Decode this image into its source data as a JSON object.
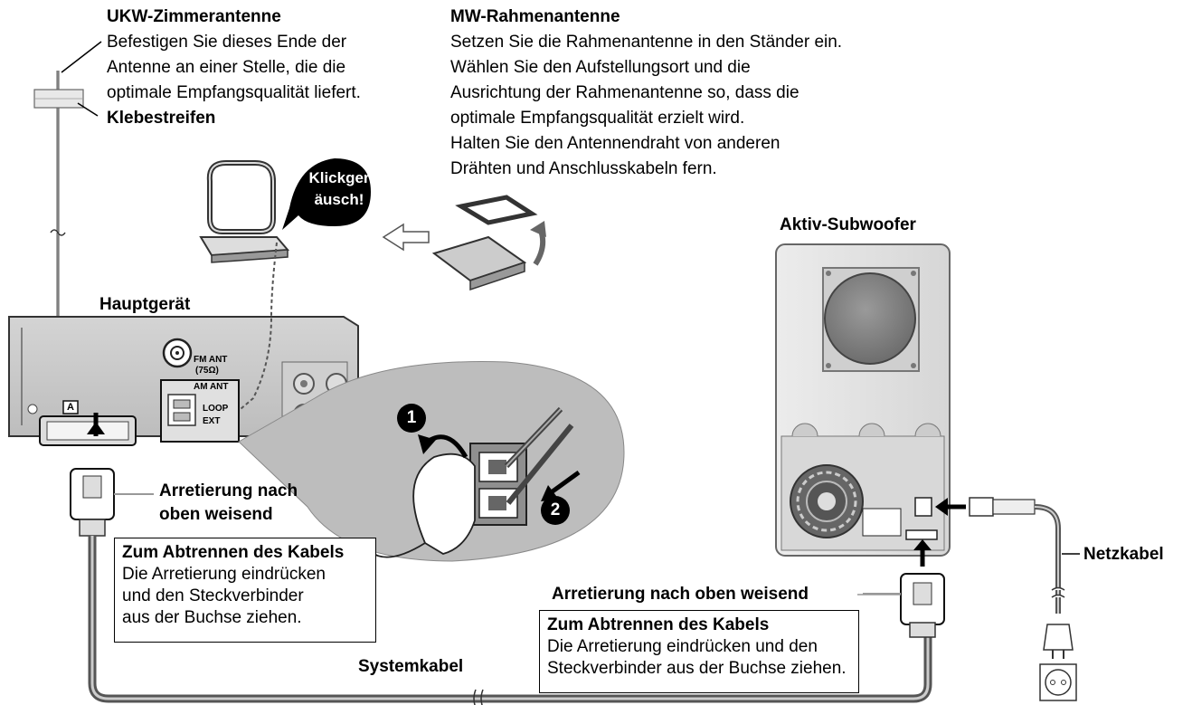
{
  "fm_antenna": {
    "title": "UKW-Zimmerantenne",
    "lines": [
      "Befestigen Sie dieses Ende der",
      "Antenne an einer Stelle, die die",
      "optimale Empfangsqualität liefert."
    ],
    "tape_label": "Klebestreifen"
  },
  "am_antenna": {
    "title": "MW-Rahmenantenne",
    "lines": [
      "Setzen Sie die Rahmenantenne in den Ständer ein.",
      "Wählen Sie den Aufstellungsort und die",
      "Ausrichtung der Rahmenantenne so, dass die",
      "optimale Empfangsqualität erzielt wird.",
      "Halten Sie den Antennendraht von anderen",
      "Drähten und Anschlusskabeln fern."
    ],
    "bubble": [
      "Klickger",
      "äusch!"
    ]
  },
  "main_unit": {
    "label": "Hauptgerät",
    "fm_jack": [
      "FM ANT",
      "(75Ω)"
    ],
    "am_terminal": [
      "AM ANT",
      "LOOP",
      "EXT"
    ],
    "port_label": "A",
    "step_1": "1",
    "step_2": "2"
  },
  "subwoofer": {
    "label": "Aktiv-Subwoofer"
  },
  "left_connector": {
    "label": [
      "Arretierung nach",
      "oben weisend"
    ],
    "note_title": "Zum Abtrennen des Kabels",
    "note_lines": [
      "Die Arretierung eindrücken",
      "und den Steckverbinder",
      "aus der Buchse ziehen."
    ]
  },
  "right_connector": {
    "label": "Arretierung nach oben weisend",
    "note_title": "Zum Abtrennen des Kabels",
    "note_lines": [
      "Die Arretierung eindrücken und den",
      "Steckverbinder aus der Buchse ziehen."
    ]
  },
  "system_cable": {
    "label": "Systemkabel"
  },
  "power_cable": {
    "label": "Netzkabel"
  }
}
